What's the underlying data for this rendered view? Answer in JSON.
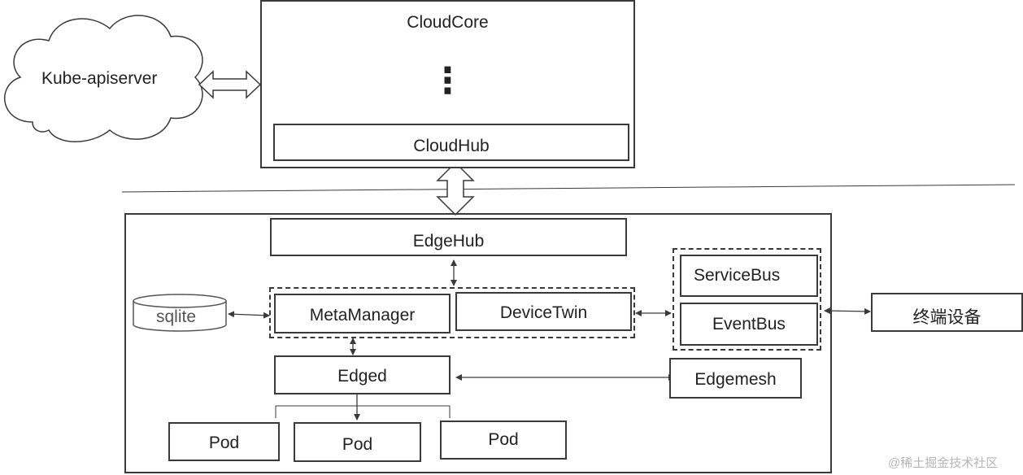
{
  "cloud": {
    "title": "CloudCore",
    "ellipsis": "⋮",
    "hub": "CloudHub",
    "apiserver": "Kube-apiserver"
  },
  "edge": {
    "hub": "EdgeHub",
    "sqlite": "sqlite",
    "meta_manager": "MetaManager",
    "device_twin": "DeviceTwin",
    "service_bus": "ServiceBus",
    "event_bus": "EventBus",
    "device": "终端设备",
    "edged": "Edged",
    "edgemesh": "Edgemesh",
    "pods": [
      "Pod",
      "Pod",
      "Pod"
    ]
  },
  "watermark": "@稀土掘金技术社区",
  "colors": {
    "stroke": "#3a3a3a",
    "background": "#ffffff"
  }
}
